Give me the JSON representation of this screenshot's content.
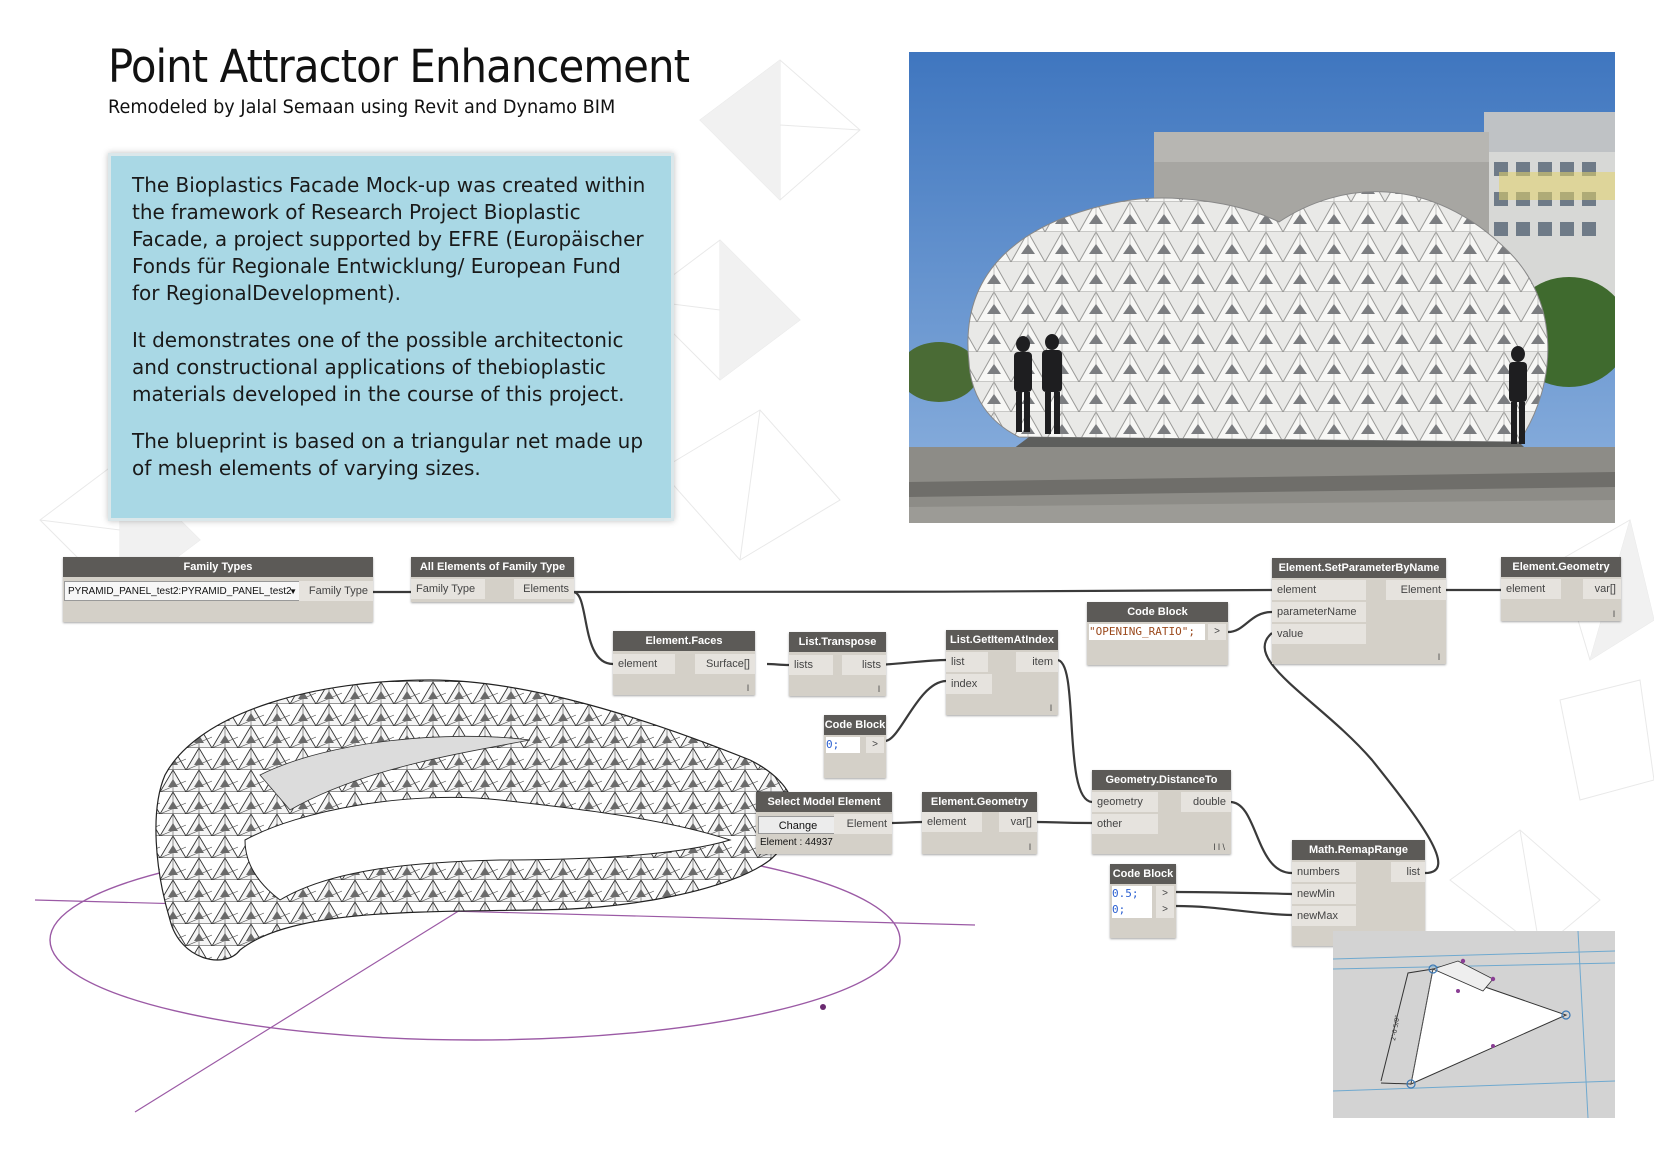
{
  "header": {
    "title": "Point Attractor Enhancement",
    "subtitle": "Remodeled by Jalal Semaan using Revit and Dynamo BIM"
  },
  "description": {
    "p1": "The Bioplastics Facade Mock-up was created within the framework of Research Project Bioplastic Facade, a project supported by EFRE (Europäischer Fonds für Regionale Entwicklung/ European Fund for RegionalDevelopment).",
    "p2": "It demonstrates one of the possible architectonic and constructional applications of thebioplastic materials developed in the course of this project.",
    "p3": "The blueprint is based on a triangular net made up of mesh elements of varying sizes."
  },
  "colors": {
    "desc_bg": "#a9d8e5",
    "node_header": "#5c5a57",
    "node_body": "#d4d0c8",
    "wire": "#444444",
    "circle": "#9b5aa5"
  },
  "nodes": {
    "family_types": {
      "title": "Family Types",
      "selected": "PYRAMID_PANEL_test2:PYRAMID_PANEL_test2",
      "output": "Family Type"
    },
    "all_elements": {
      "title": "All Elements of Family Type",
      "input": "Family Type",
      "output": "Elements"
    },
    "element_faces": {
      "title": "Element.Faces",
      "input": "element",
      "output": "Surface[]",
      "lacing": "l"
    },
    "list_transpose": {
      "title": "List.Transpose",
      "input": "lists",
      "output": "lists",
      "lacing": "l"
    },
    "list_getitem": {
      "title": "List.GetItemAtIndex",
      "input1": "list",
      "input2": "index",
      "output": "item",
      "lacing": "l"
    },
    "code_block_1": {
      "title": "Code Block",
      "code": "0;",
      "arrow": ">"
    },
    "code_block_2": {
      "title": "Code Block",
      "code": "\"OPENING_RATIO\";",
      "arrow": ">"
    },
    "set_param": {
      "title": "Element.SetParameterByName",
      "input1": "element",
      "input2": "parameterName",
      "input3": "value",
      "output": "Element",
      "lacing": "l"
    },
    "element_geometry_1": {
      "title": "Element.Geometry",
      "input": "element",
      "output": "var[]",
      "lacing": "l"
    },
    "select_model": {
      "title": "Select Model Element",
      "button": "Change",
      "output": "Element",
      "status": "Element : 44937"
    },
    "element_geometry_2": {
      "title": "Element.Geometry",
      "input": "element",
      "output": "var[]",
      "lacing": "l"
    },
    "distance_to": {
      "title": "Geometry.DistanceTo",
      "input1": "geometry",
      "input2": "other",
      "output": "double",
      "lacing": "l l \\"
    },
    "code_block_3": {
      "title": "Code Block",
      "code1": "0.5;",
      "code2": "0;",
      "arrow": ">"
    },
    "remap": {
      "title": "Math.RemapRange",
      "input1": "numbers",
      "input2": "newMin",
      "input3": "newMax",
      "output": "list",
      "lacing": "l"
    }
  },
  "panel_dimension": "2'-0 5/8\""
}
